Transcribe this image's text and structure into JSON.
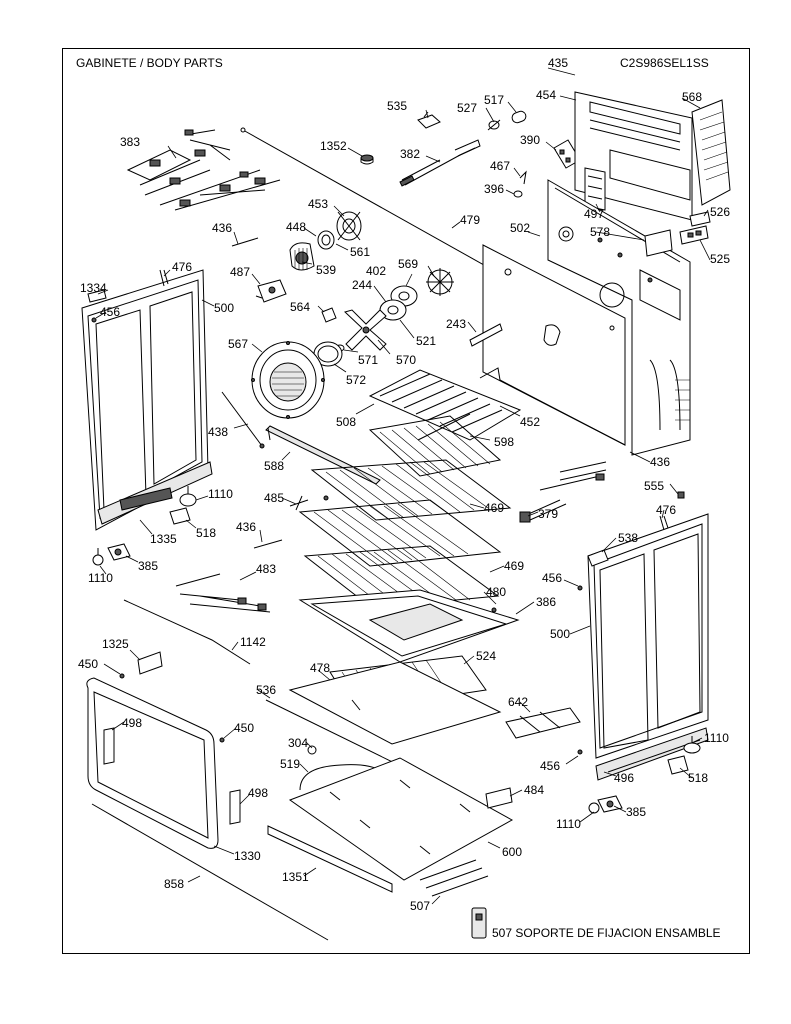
{
  "header": {
    "section_title": "GABINETE / BODY PARTS",
    "model_number": "C2S986SEL1SS"
  },
  "footer": {
    "bracket_note": "507 SOPORTE DE FIJACION ENSAMBLE"
  },
  "parts": [
    "435",
    "568",
    "454",
    "535",
    "527",
    "517",
    "390",
    "1352",
    "382",
    "467",
    "383",
    "396",
    "497",
    "526",
    "453",
    "479",
    "502",
    "578",
    "525",
    "436",
    "448",
    "561",
    "476",
    "487",
    "539",
    "569",
    "402",
    "244",
    "1334",
    "456",
    "500",
    "564",
    "243",
    "521",
    "567",
    "571",
    "570",
    "572",
    "508",
    "452",
    "438",
    "598",
    "588",
    "555",
    "485",
    "469",
    "379",
    "1110",
    "518",
    "1335",
    "538",
    "385",
    "483",
    "480",
    "386",
    "1142",
    "1325",
    "450",
    "524",
    "478",
    "536",
    "642",
    "498",
    "304",
    "519",
    "496",
    "484",
    "600",
    "1330",
    "1351",
    "858",
    "507"
  ]
}
